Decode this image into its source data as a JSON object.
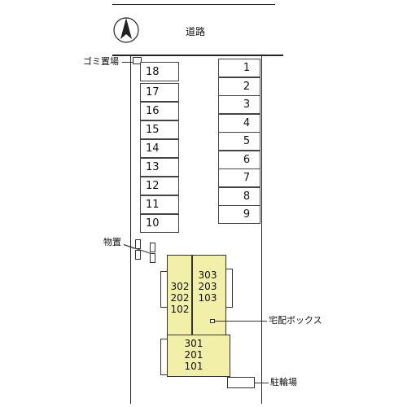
{
  "road_label": "道路",
  "labels": {
    "garbage": "ゴミ置場",
    "storage": "物置",
    "delivery_box": "宅配ボックス",
    "bicycle_parking": "駐輪場"
  },
  "stalls_right": [
    "1",
    "2",
    "3",
    "4",
    "5",
    "6",
    "7",
    "8",
    "9"
  ],
  "stalls_left": [
    "18",
    "17",
    "16",
    "15",
    "14",
    "13",
    "12",
    "11",
    "10"
  ],
  "building_north_left": {
    "line1": "302",
    "line2": "202",
    "line3": "102"
  },
  "building_north_right": {
    "line1": "303",
    "line2": "203",
    "line3": "103"
  },
  "building_south": {
    "line1": "301",
    "line2": "201",
    "line3": "101"
  }
}
